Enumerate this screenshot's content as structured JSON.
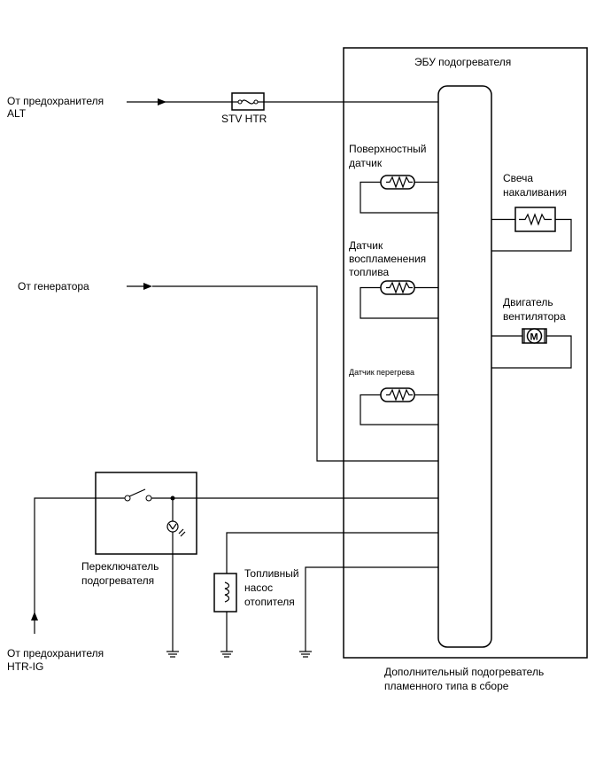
{
  "labels": {
    "ecu_title": "ЭБУ подогревателя",
    "src_alt_l1": "От предохранителя",
    "src_alt_l2": "ALT",
    "fuse": "STV HTR",
    "src_generator": "От генератора",
    "src_htrig_l1": "От предохранителя",
    "src_htrig_l2": "HTR-IG",
    "surface_sensor_l1": "Поверхностный",
    "surface_sensor_l2": "датчик",
    "ignition_sensor_l1": "Датчик",
    "ignition_sensor_l2": "воспламенения",
    "ignition_sensor_l3": "топлива",
    "overheat_sensor": "Датчик перегрева",
    "glow_plug_l1": "Свеча",
    "glow_plug_l2": "накаливания",
    "fan_motor_l1": "Двигатель",
    "fan_motor_l2": "вентилятора",
    "motor_symbol": "M",
    "heater_switch_l1": "Переключатель",
    "heater_switch_l2": "подогревателя",
    "fuel_pump_l1": "Топливный",
    "fuel_pump_l2": "насос",
    "fuel_pump_l3": "отопителя",
    "assembly_l1": "Дополнительный подогреватель",
    "assembly_l2": "пламенного типа в сборе"
  }
}
